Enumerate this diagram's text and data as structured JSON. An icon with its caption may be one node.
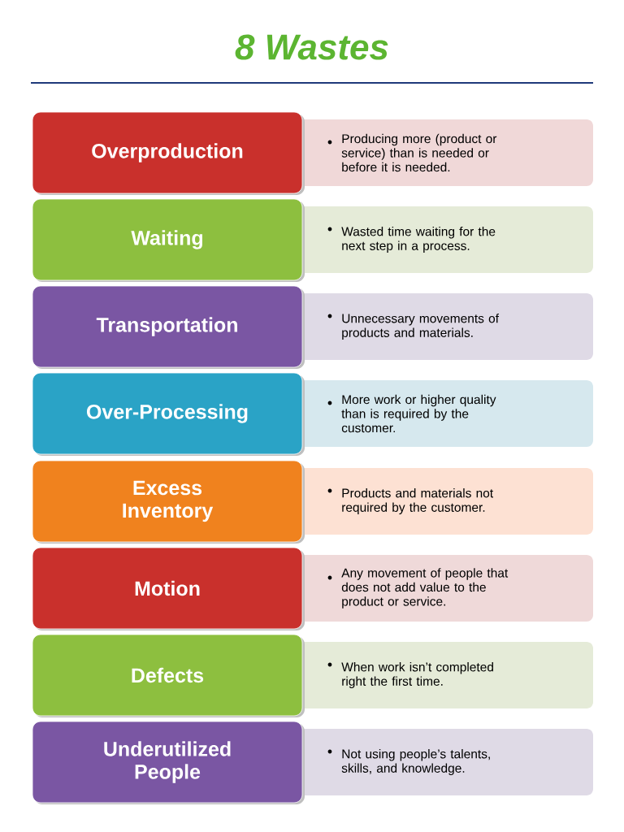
{
  "diagram": {
    "title": "8 Wastes",
    "nodes": [
      {
        "text": [
          "Overproduction"
        ]
      },
      {
        "text": [
          "Producing more (product or service) than is needed or before it is needed."
        ]
      },
      {
        "text": [
          "Waiting"
        ]
      },
      {
        "text": [
          "Wasted time waiting for the next step in a process."
        ]
      },
      {
        "text": [
          "Transportation"
        ]
      },
      {
        "text": [
          "Unnecessary movements of products and materials."
        ]
      },
      {
        "text": [
          "Over-Processing"
        ]
      },
      {
        "text": [
          "More work or higher quality than is required by the customer."
        ]
      },
      {
        "text": [
          "Excess Inventory"
        ]
      },
      {
        "text": [
          "Products and materials not required by the customer."
        ]
      },
      {
        "text": [
          "Motion"
        ]
      },
      {
        "text": [
          "Any movement of people that does not add value to the product or service."
        ]
      },
      {
        "text": [
          "Defects"
        ]
      },
      {
        "text": [
          "When work isn’t completed right the first time."
        ]
      },
      {
        "text": [
          "Underutilized People"
        ]
      },
      {
        "text": [
          "Not using people’s talents, skills, and knowledge."
        ]
      }
    ]
  }
}
